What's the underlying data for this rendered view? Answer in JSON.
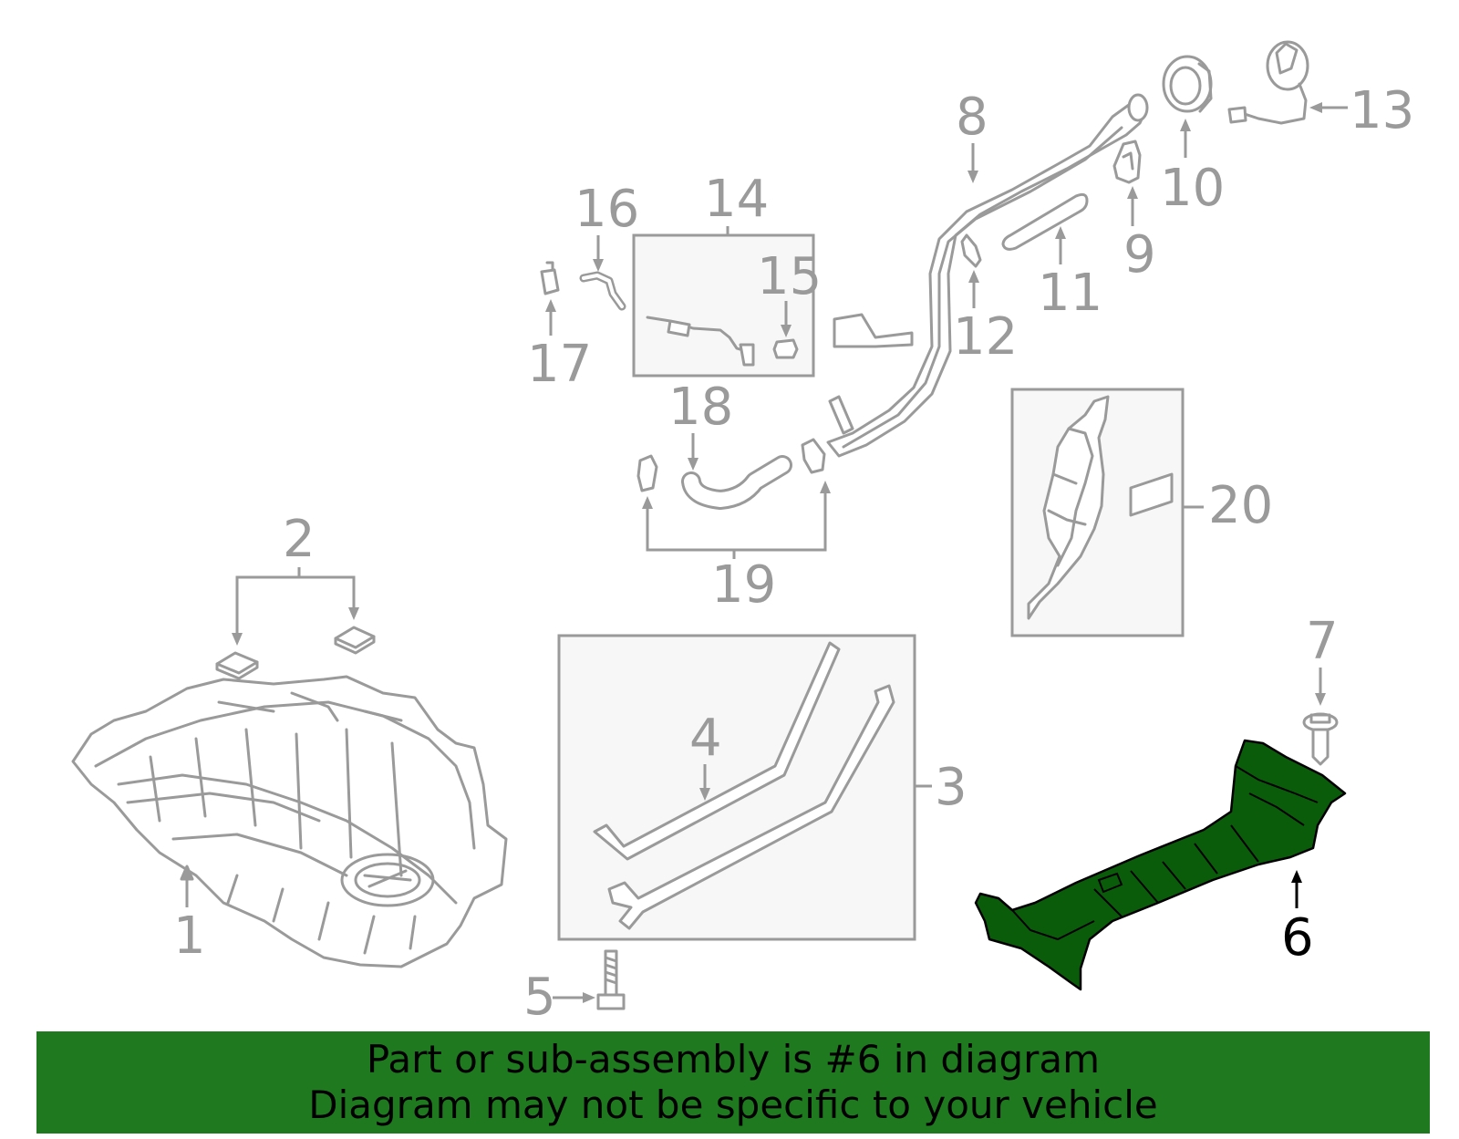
{
  "labels": {
    "p1": "1",
    "p2": "2",
    "p3": "3",
    "p4": "4",
    "p5": "5",
    "p6": "6",
    "p7": "7",
    "p8": "8",
    "p9": "9",
    "p10": "10",
    "p11": "11",
    "p12": "12",
    "p13": "13",
    "p14": "14",
    "p15": "15",
    "p16": "16",
    "p17": "17",
    "p18": "18",
    "p19": "19",
    "p20": "20"
  },
  "highlighted_part": "6",
  "colors": {
    "part_line": "#9a9a9a",
    "highlight_fill": "#0a5c0a",
    "banner_bg": "#1f7a1f",
    "banner_text": "#000000"
  },
  "banner": {
    "line1": "Part or sub-assembly is #6 in diagram",
    "line2": "Diagram may not be specific to your vehicle"
  }
}
